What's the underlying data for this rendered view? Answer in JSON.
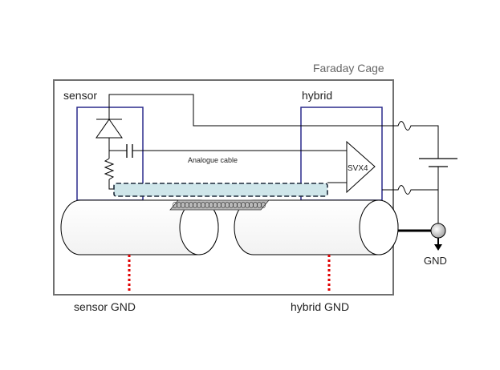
{
  "labels": {
    "faraday_cage": "Faraday Cage",
    "sensor": "sensor",
    "hybrid": "hybrid",
    "analogue_cable": "Analogue cable",
    "amplifier": "SVX4",
    "gnd": "GND",
    "sensor_gnd": "sensor GND",
    "hybrid_gnd": "hybrid GND"
  },
  "colors": {
    "cage_border": "#707070",
    "box_border": "#2a2a8c",
    "ground_dashes": "#e00000",
    "cable_fill": "#cfe6ea",
    "wire": "#000000"
  }
}
